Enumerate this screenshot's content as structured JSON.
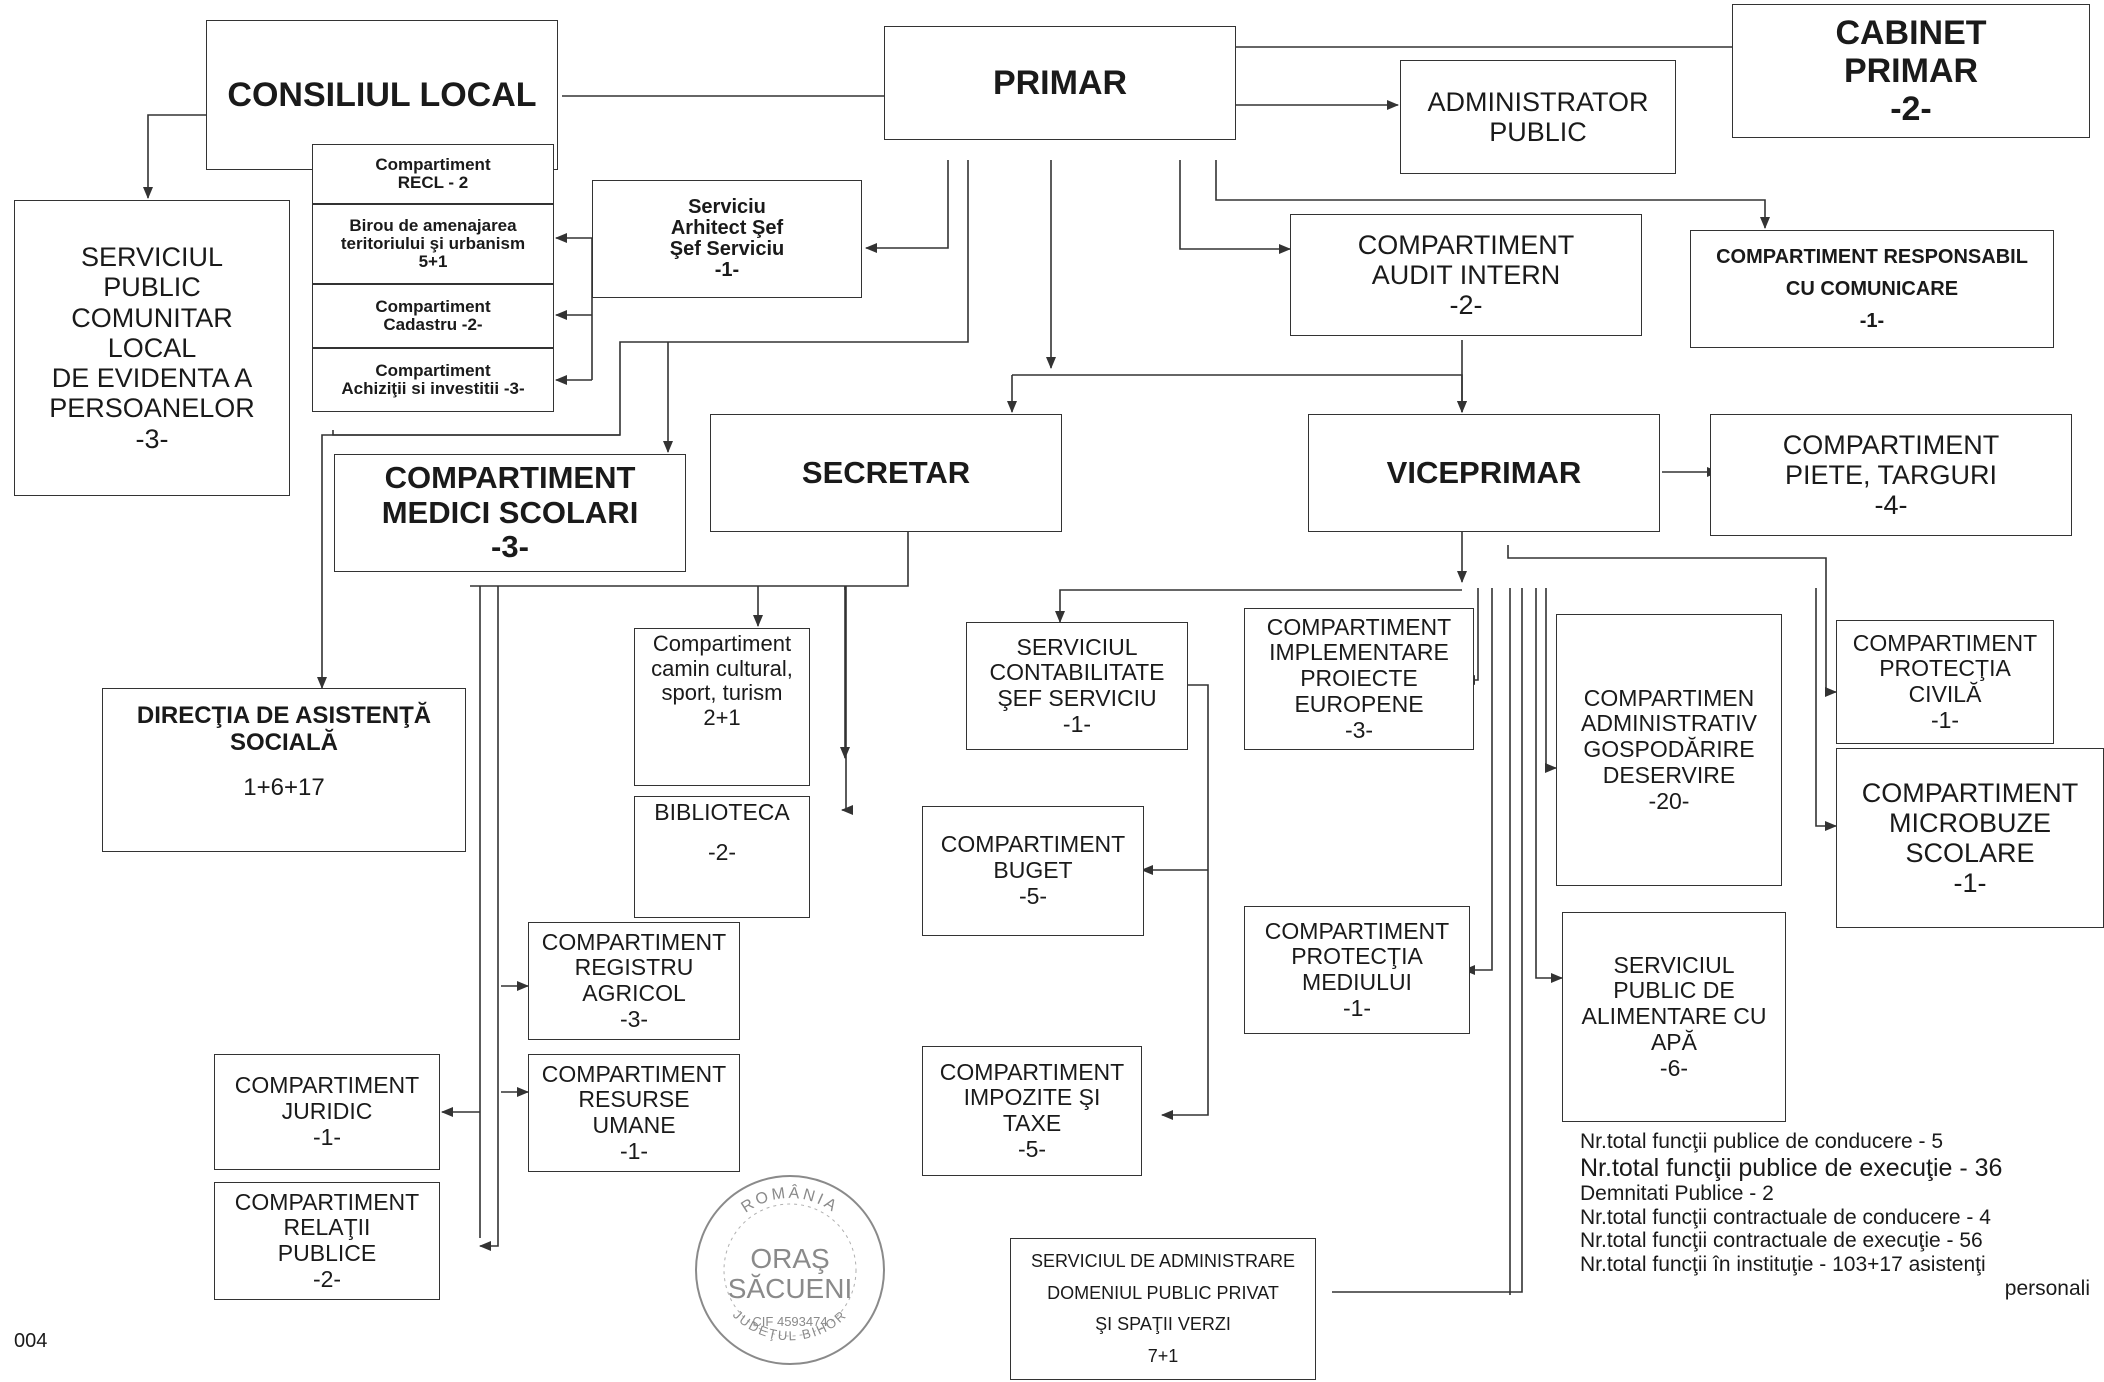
{
  "boxes": {
    "consiliu": "CONSILIUL LOCAL",
    "primar": "PRIMAR",
    "cabinet": "CABINET\nPRIMAR\n-2-",
    "administrator": "ADMINISTRATOR\nPUBLIC",
    "spclep": "SERVICIUL\nPUBLIC\nCOMUNITAR\nLOCAL\nDE EVIDENTA A\nPERSOANELOR\n-3-",
    "recl": "Compartiment\nRECL - 2",
    "birou": "Birou de amenajarea\nteritoriului şi urbanism\n5+1",
    "cadastru": "Compartiment\nCadastru -2-",
    "achizitii": "Compartiment\nAchiziţii si investitii -3-",
    "arhitect": "Serviciu\nArhitect Şef\nŞef Serviciu\n-1-",
    "audit": "COMPARTIMENT\nAUDIT INTERN\n-2-",
    "comunicare": "COMPARTIMENT RESPONSABIL\nCU COMUNICARE\n-1-",
    "medici": "COMPARTIMENT\nMEDICI SCOLARI\n-3-",
    "secretar": "SECRETAR",
    "viceprimar": "VICEPRIMAR",
    "piete": "COMPARTIMENT\nPIETE, TARGURI\n-4-",
    "asistenta_title": "DIRECŢIA DE ASISTENŢĂ\nSOCIALĂ",
    "asistenta_count": "1+6+17",
    "camin": "Compartiment\ncamin cultural,\nsport, turism\n2+1",
    "biblioteca_title": "BIBLIOTECA",
    "biblioteca_count": "-2-",
    "contabilitate": "SERVICIUL\nCONTABILITATE\nŞEF SERVICIU\n-1-",
    "implementare": "COMPARTIMENT\nIMPLEMENTARE\nPROIECTE\nEUROPENE\n-3-",
    "gospodarire": "COMPARTIMEN\nADMINISTRATIV\nGOSPODĂRIRE\nDESERVIRE\n-20-",
    "protectia_civila": "COMPARTIMENT\nPROTECŢIA\nCIVILĂ\n-1-",
    "microbuze": "COMPARTIMENT\nMICROBUZE\nSCOLARE\n-1-",
    "buget": "COMPARTIMENT\nBUGET\n-5-",
    "mediu": "COMPARTIMENT\nPROTECŢIA\nMEDIULUI\n-1-",
    "apa": "SERVICIUL\nPUBLIC DE\nALIMENTARE CU\nAPĂ\n-6-",
    "registru": "COMPARTIMENT\nREGISTRU\nAGRICOL\n-3-",
    "juridic": "COMPARTIMENT\nJURIDIC\n-1-",
    "resurse": "COMPARTIMENT\nRESURSE\nUMANE\n-1-",
    "impozite": "COMPARTIMENT\nIMPOZITE ŞI\nTAXE\n-5-",
    "relatii": "COMPARTIMENT\nRELAŢII\nPUBLICE\n-2-",
    "domeniu": "SERVICIUL DE ADMINISTRARE\nDOMENIUL PUBLIC PRIVAT\nŞI SPAŢII VERZI\n7+1"
  },
  "summary": {
    "line1": "Nr.total funcţii publice de conducere - 5",
    "line2": "Nr.total funcţii  publice de execuţie - 36",
    "line3": "Demnitati Publice - 2",
    "line4": "Nr.total funcţii contractuale de conducere - 4",
    "line5": "Nr.total funcţii contractuale de execuţie - 56",
    "line6": "Nr.total funcţii în instituţie - 103+17 asistenţi",
    "line7": "personali"
  },
  "stamp": {
    "top": "ROMÂNIA",
    "center1": "ORAŞ",
    "center2": "SĂCUENI",
    "bottom1": "CIF 4593474",
    "bottom2": "JUDEŢUL BIHOR"
  },
  "page_label": "004",
  "colors": {
    "line": "#333333",
    "stamp": "#8a8a8a"
  }
}
